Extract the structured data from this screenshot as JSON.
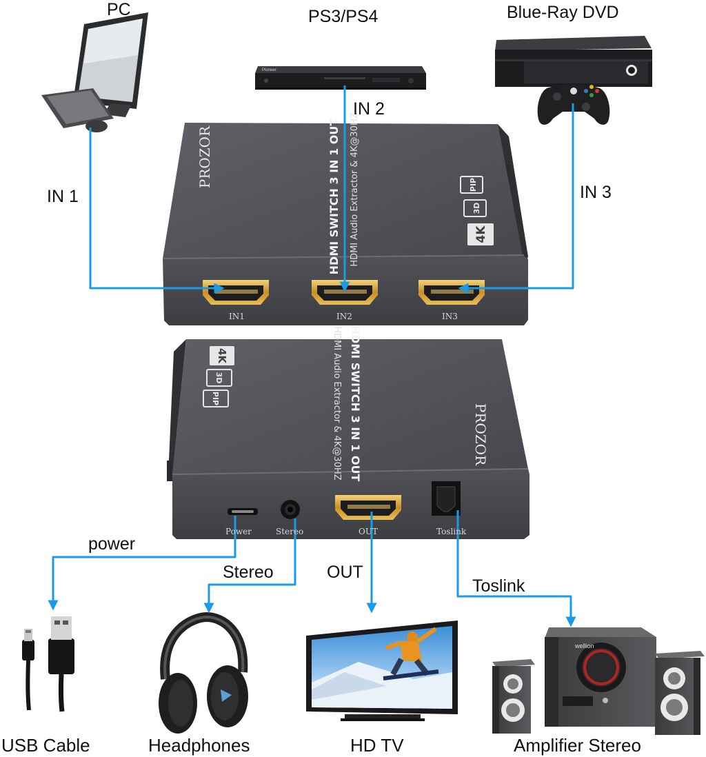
{
  "sources": {
    "pc": "PC",
    "ps": "PS3/PS4",
    "bluray": "Blue-Ray DVD"
  },
  "inputs": {
    "in1": "IN 1",
    "in2": "IN 2",
    "in3": "IN 3"
  },
  "switch_front": {
    "brand": "PROZOR",
    "title": "HDMI SWITCH 3 IN 1 OUT",
    "subtitle": "HDMI Audio Extractor & 4K@30HZ",
    "badges": [
      "PIP",
      "3D",
      "4K"
    ],
    "ports": [
      "IN1",
      "IN2",
      "IN3"
    ]
  },
  "switch_back": {
    "brand": "PROZOR",
    "title": "HDMI SWITCH 3 IN 1 OUT",
    "subtitle": "HDMI Audio Extractor & 4K@30HZ",
    "badges": [
      "4K",
      "3D",
      "PIP"
    ],
    "ports": [
      "Power",
      "Stereo",
      "OUT",
      "Toslink"
    ]
  },
  "outputs": {
    "power": "power",
    "stereo": "Stereo",
    "out": "OUT",
    "toslink": "Toslink"
  },
  "destinations": {
    "usb": "USB Cable",
    "headphones": "Headphones",
    "tv": "HD TV",
    "amplifier": "Amplifier Stereo"
  },
  "devices": {
    "player_brand": "Pioneer",
    "speaker_brand": "wellion"
  },
  "colors": {
    "arrow": "#1a9be8",
    "device_body": "#4a4c52",
    "device_top": "#55575d",
    "hdmi_gold": "#d9a53a"
  }
}
